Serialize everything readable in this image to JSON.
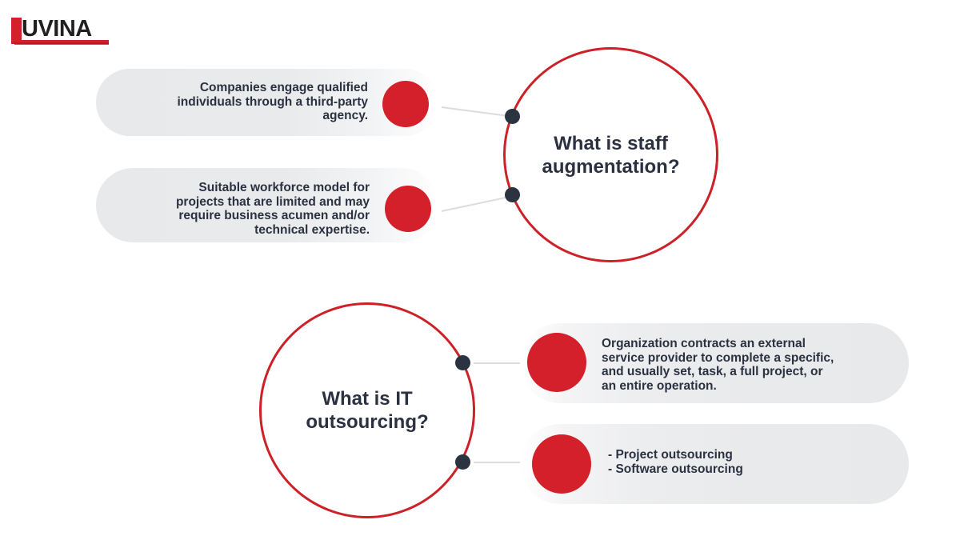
{
  "brand": {
    "logo_text": "UVINA",
    "logo_mark": "l-shape-red",
    "red": "#D4202A"
  },
  "colors": {
    "accent_red": "#D4202A",
    "circle_outline": "#CC2127",
    "text_navy": "#2B3140",
    "node_dot": "#2B3240",
    "pill_gray": "#E8E9EB",
    "connector_gray": "#DCDDDF"
  },
  "sections": [
    {
      "id": "staff-augmentation",
      "question": "What is staff\naugmentation?",
      "points": [
        {
          "text": "Companies engage qualified\nindividuals through a third-party\nagency."
        },
        {
          "text": "Suitable workforce model for\nprojects that are limited and may\nrequire business acumen and/or\ntechnical expertise."
        }
      ]
    },
    {
      "id": "it-outsourcing",
      "question": "What is IT\noutsourcing?",
      "points": [
        {
          "text": "Organization contracts an external\nservice provider to complete a specific,\nand usually set, task, a full project, or\nan entire operation."
        },
        {
          "text": "- Project outsourcing\n- Software outsourcing"
        }
      ]
    }
  ]
}
